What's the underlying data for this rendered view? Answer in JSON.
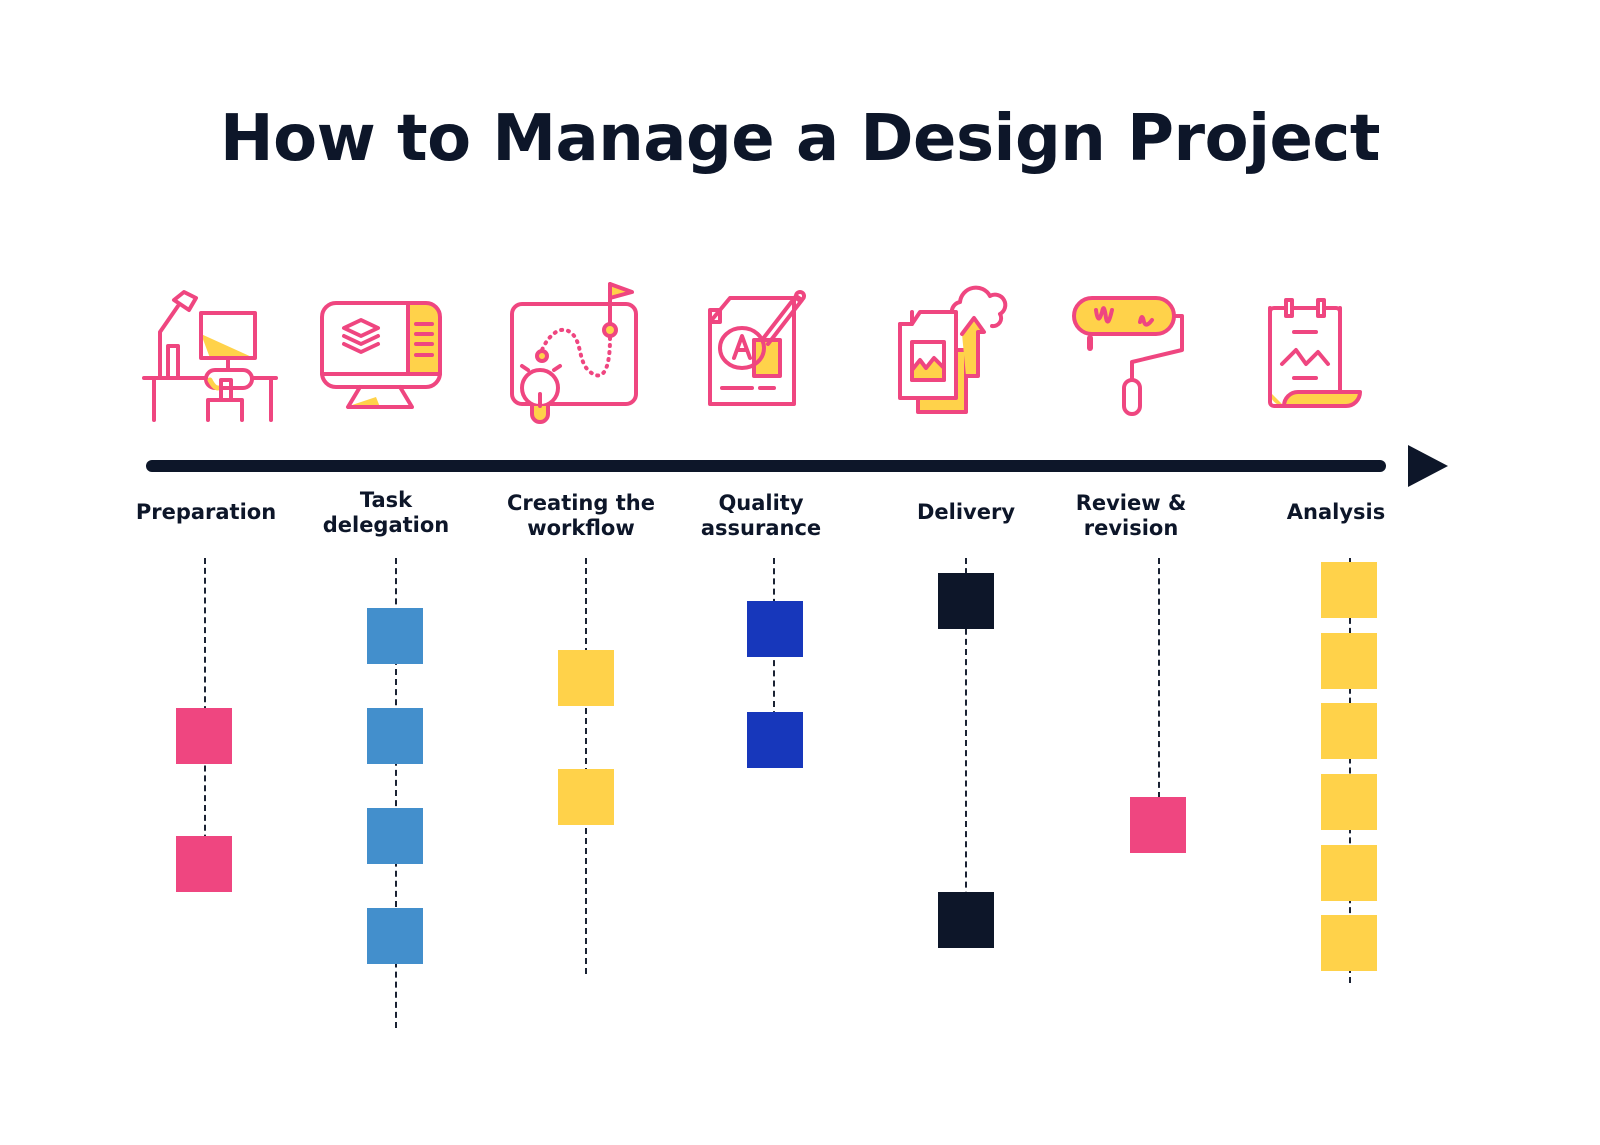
{
  "title": "How to Manage a Design Project",
  "colors": {
    "navy": "#0d1629",
    "pink": "#ef4680",
    "yellow": "#ffd24a",
    "light_blue": "#438fcc",
    "royal_blue": "#1737bb",
    "white": "#ffffff"
  },
  "stages": [
    {
      "label": "Preparation",
      "icon": "desk-workstation-icon",
      "color": "#ef4680",
      "tasks": 2
    },
    {
      "label": "Task delegation",
      "icon": "monitor-layers-icon",
      "color": "#438fcc",
      "tasks": 4
    },
    {
      "label": "Creating the workflow",
      "icon": "roadmap-idea-icon",
      "color": "#ffd24a",
      "tasks": 2
    },
    {
      "label": "Quality assurance",
      "icon": "document-edit-icon",
      "color": "#1737bb",
      "tasks": 2
    },
    {
      "label": "Delivery",
      "icon": "cloud-upload-files-icon",
      "color": "#0d1629",
      "tasks": 2
    },
    {
      "label": "Review & revision",
      "icon": "paint-roller-icon",
      "color": "#ef4680",
      "tasks": 1
    },
    {
      "label": "Analysis",
      "icon": "report-scroll-icon",
      "color": "#ffd24a",
      "tasks": 6
    }
  ],
  "chart_data": {
    "type": "timeline",
    "title": "How to Manage a Design Project",
    "categories": [
      "Preparation",
      "Task delegation",
      "Creating the workflow",
      "Quality assurance",
      "Delivery",
      "Review & revision",
      "Analysis"
    ],
    "values": [
      2,
      4,
      2,
      2,
      2,
      1,
      6
    ],
    "series": [
      {
        "name": "task blocks",
        "values": [
          2,
          4,
          2,
          2,
          2,
          1,
          6
        ]
      }
    ],
    "xlabel": "",
    "ylabel": "",
    "legend": "none"
  }
}
